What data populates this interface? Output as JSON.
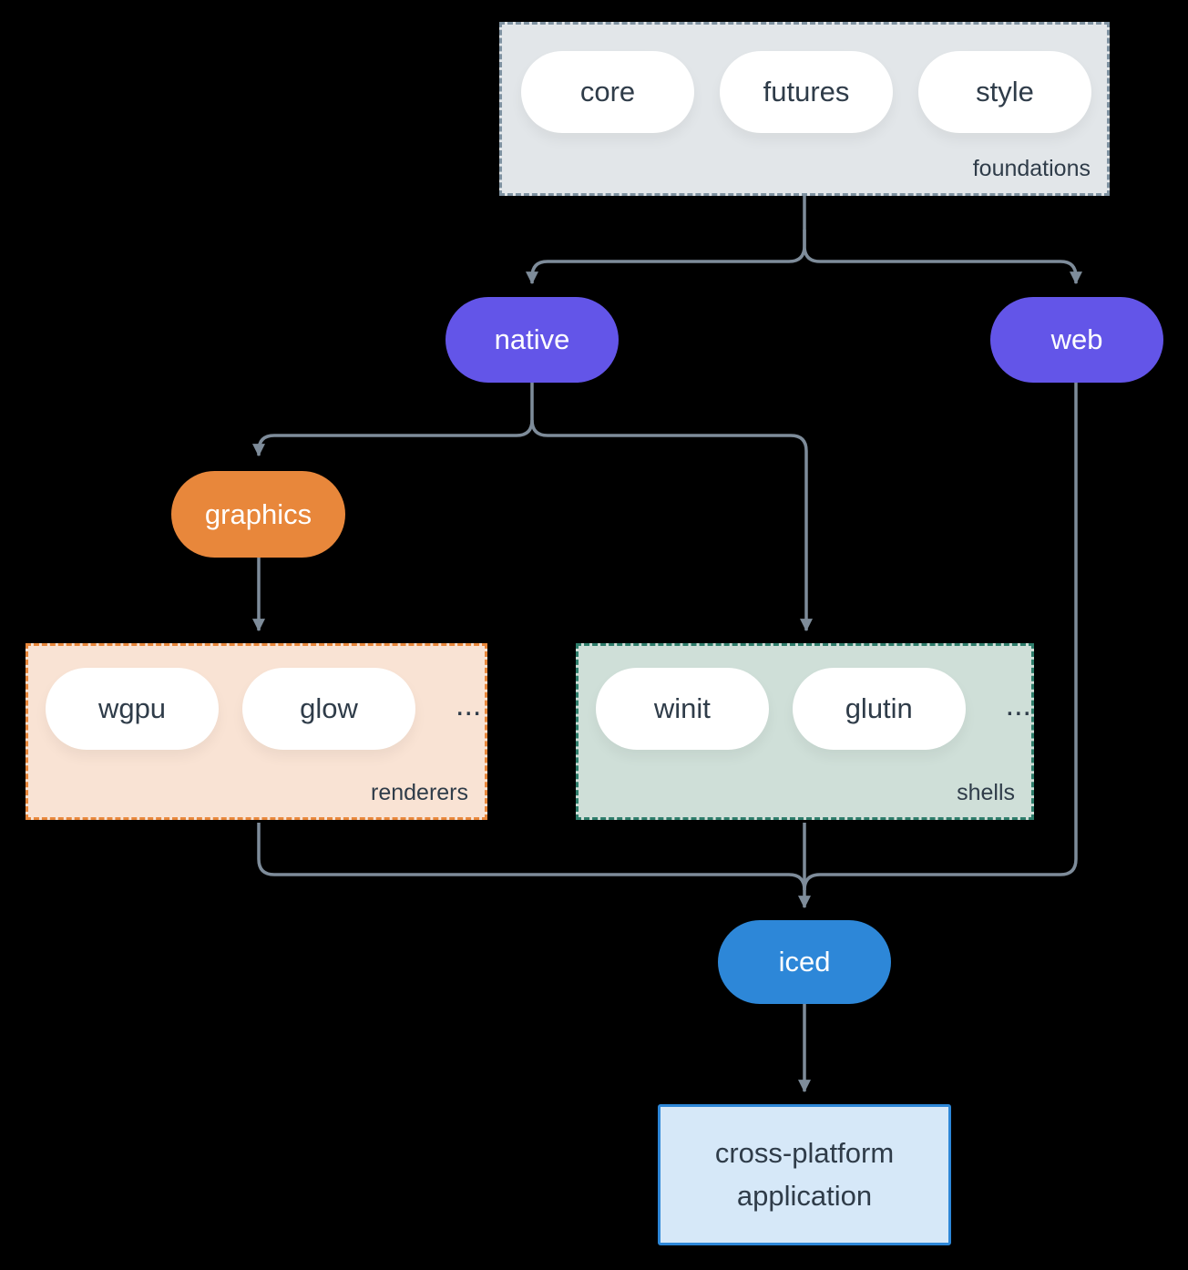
{
  "colors": {
    "background": "#000000",
    "connector": "#7e8c9a",
    "text-dark": "#2f3c49",
    "text-light": "#ffffff",
    "pill-white": "#ffffff",
    "purple": "#6355e8",
    "orange": "#e8873b",
    "blue": "#2d87d8",
    "foundations-fill": "#e2e6e9",
    "foundations-border": "#7f92a1",
    "renderers-fill": "#f9e3d4",
    "renderers-border": "#e8873b",
    "shells-fill": "#cfdfd8",
    "shells-border": "#2e7d6b",
    "app-fill": "#d6e8f8",
    "app-border": "#2d87d8"
  },
  "groups": {
    "foundations": {
      "label": "foundations",
      "items": [
        "core",
        "futures",
        "style"
      ]
    },
    "renderers": {
      "label": "renderers",
      "items": [
        "wgpu",
        "glow"
      ],
      "ellipsis": "..."
    },
    "shells": {
      "label": "shells",
      "items": [
        "winit",
        "glutin"
      ],
      "ellipsis": "..."
    }
  },
  "nodes": {
    "native": {
      "label": "native"
    },
    "web": {
      "label": "web"
    },
    "graphics": {
      "label": "graphics"
    },
    "iced": {
      "label": "iced"
    },
    "application": {
      "line1": "cross-platform",
      "line2": "application"
    }
  }
}
